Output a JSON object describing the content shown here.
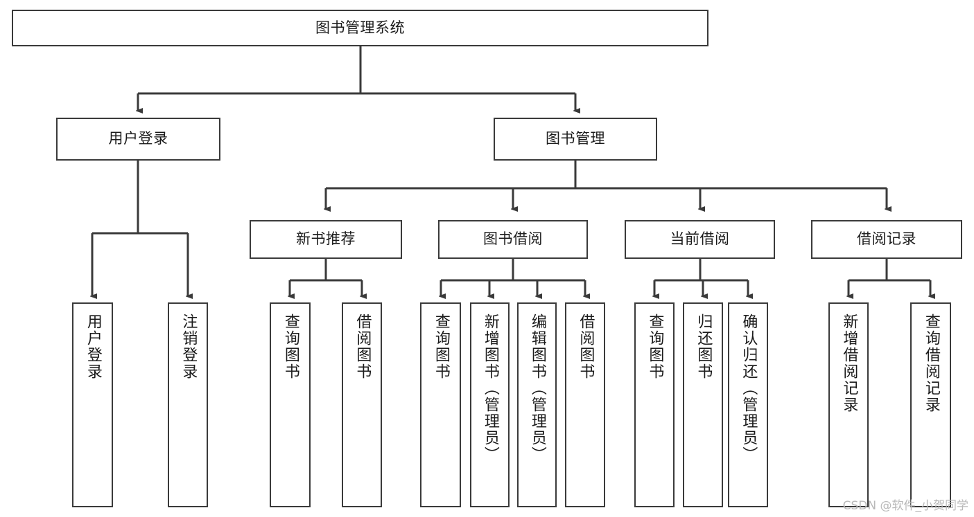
{
  "diagram": {
    "title": "图书管理系统",
    "watermark": "CSDN @软件_小贺同学",
    "accent_color": "#3a3a3a",
    "background_color": "#ffffff",
    "text_color": "#1b1b1b",
    "watermark_color": "#b9b9b9"
  },
  "nodes": {
    "root": {
      "label": "图书管理系统"
    },
    "level2": [
      {
        "label": "用户登录"
      },
      {
        "label": "图书管理"
      }
    ],
    "level3": [
      {
        "label": "新书推荐"
      },
      {
        "label": "图书借阅"
      },
      {
        "label": "当前借阅"
      },
      {
        "label": "借阅记录"
      }
    ],
    "leaves": {
      "user_login": [
        {
          "label": "用户登录"
        },
        {
          "label": "注销登录"
        }
      ],
      "new_book": [
        {
          "label": "查询图书"
        },
        {
          "label": "借阅图书"
        }
      ],
      "book_borrow": [
        {
          "label": "查询图书"
        },
        {
          "label": "新增图书（管理员）"
        },
        {
          "label": "编辑图书（管理员）"
        },
        {
          "label": "借阅图书"
        }
      ],
      "current_borrow": [
        {
          "label": "查询图书"
        },
        {
          "label": "归还图书"
        },
        {
          "label": "确认归还（管理员）"
        }
      ],
      "borrow_record": [
        {
          "label": "新增借阅记录"
        },
        {
          "label": "查询借阅记录"
        }
      ]
    }
  }
}
